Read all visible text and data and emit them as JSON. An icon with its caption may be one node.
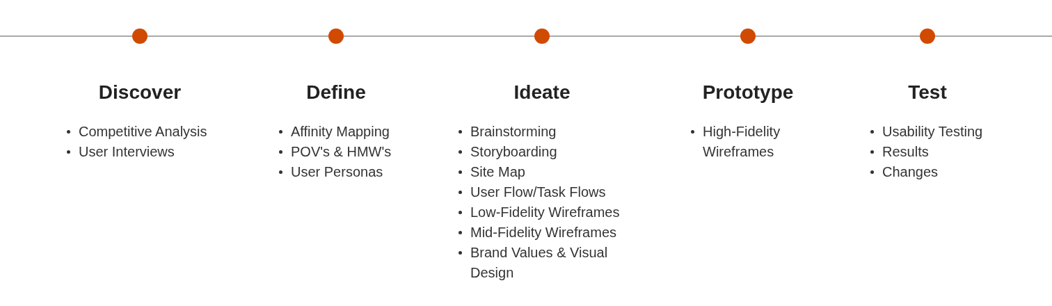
{
  "diagram": {
    "nodes": [
      {
        "text": [],
        "shape": "circle",
        "beside": [
          "Discover",
          "Competitive Analysis",
          "User Interviews"
        ]
      },
      {
        "text": [],
        "shape": "circle",
        "beside": [
          "Define",
          "Affinity Mapping",
          "POV's & HMW's",
          "User Personas"
        ]
      },
      {
        "text": [],
        "shape": "circle",
        "beside": [
          "Ideate",
          "Brainstorming",
          "Storyboarding",
          "Site Map",
          "User Flow/Task Flows",
          "Low-Fidelity Wireframes",
          "Mid-Fidelity Wireframes",
          "Brand Values & Visual Design"
        ]
      },
      {
        "text": [],
        "shape": "circle",
        "beside": [
          "Prototype",
          "High-Fidelity Wireframes"
        ]
      },
      {
        "text": [],
        "shape": "circle",
        "beside": [
          "Test",
          "Usability Testing",
          "Results",
          "Changes"
        ]
      }
    ],
    "edges": [
      {
        "from": null,
        "to": 0,
        "arrow": "none"
      },
      {
        "from": 0,
        "to": 1,
        "arrow": "none"
      },
      {
        "from": 1,
        "to": 2,
        "arrow": "none"
      },
      {
        "from": 2,
        "to": 3,
        "arrow": "none"
      },
      {
        "from": 3,
        "to": 4,
        "arrow": "none"
      },
      {
        "from": 4,
        "to": null,
        "arrow": "none"
      }
    ]
  }
}
